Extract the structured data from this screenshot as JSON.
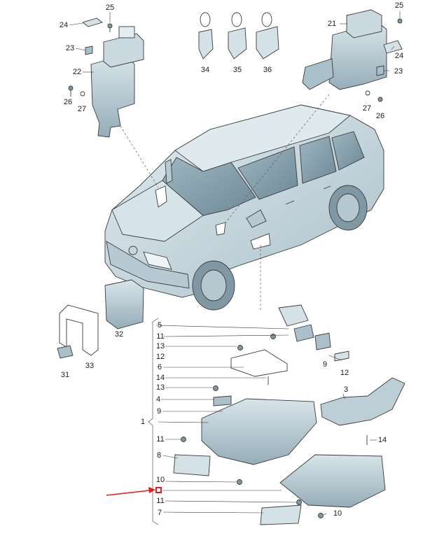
{
  "labels": {
    "l1": "1",
    "l3": "3",
    "l4": "4",
    "l5": "5",
    "l6": "6",
    "l7": "7",
    "l8": "8",
    "l9a": "9",
    "l9b": "9",
    "l10a": "10",
    "l10b": "10",
    "l11a": "11",
    "l11b": "11",
    "l11c": "11",
    "l12a": "12",
    "l12b": "12",
    "l13a": "13",
    "l13b": "13",
    "l14a": "14",
    "l14b": "14",
    "l21": "21",
    "l22": "22",
    "l23a": "23",
    "l23b": "23",
    "l24a": "24",
    "l24b": "24",
    "l25a": "25",
    "l25b": "25",
    "l26a": "26",
    "l26b": "26",
    "l27a": "27",
    "l27b": "27",
    "l31": "31",
    "l32": "32",
    "l33": "33",
    "l34": "34",
    "l35": "35",
    "l36": "36"
  },
  "colors": {
    "line": "#3a3a3a",
    "part_light": "#d4e2e8",
    "part_mid": "#a9bfc9",
    "part_dark": "#7f98a4",
    "car_body": "#c9dce3",
    "glass": "#8fa9b5",
    "callout": "#e31b1b"
  },
  "callout": {
    "selected_label": ""
  }
}
